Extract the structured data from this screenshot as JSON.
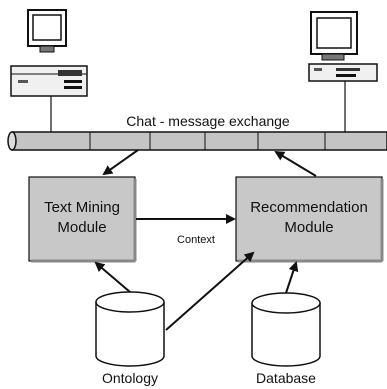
{
  "bus": {
    "label": "Chat - message exchange"
  },
  "modules": {
    "text_mining": {
      "line1": "Text Mining",
      "line2": "Module"
    },
    "recommendation": {
      "line1": "Recommendation",
      "line2": "Module"
    }
  },
  "edge_context": "Context",
  "stores": {
    "ontology": "Ontology",
    "database": "Database"
  },
  "icons": {
    "left_computer": "desktop-computer-icon",
    "right_computer": "desktop-computer-icon",
    "bus": "pipe-icon",
    "stores": "cylinder-icon"
  },
  "colors": {
    "module_fill": "#c8c8c8",
    "bus_fill": "#c4c4c4",
    "stroke": "#111111",
    "background": "#ffffff"
  }
}
